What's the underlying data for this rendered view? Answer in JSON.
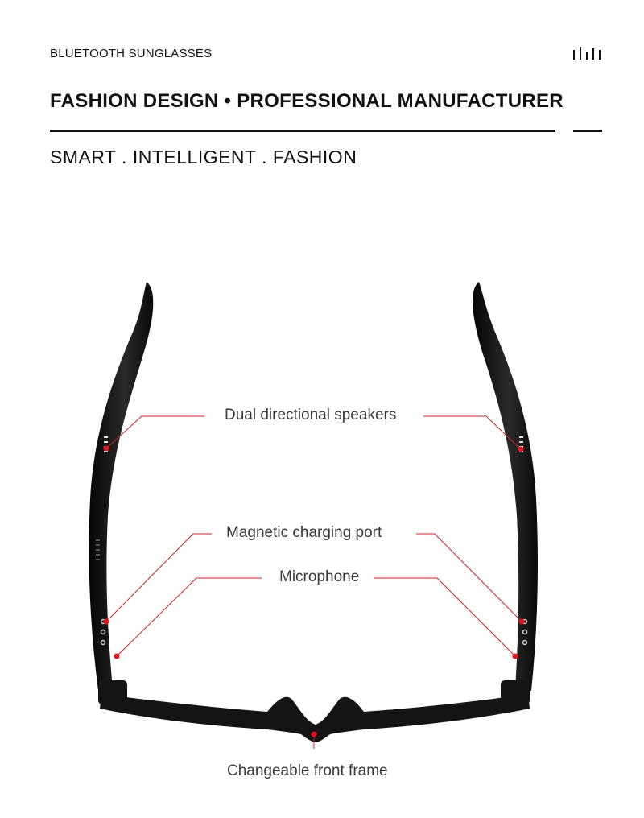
{
  "header": {
    "brand": "BLUETOOTH SUNGLASSES",
    "headline": "FASHION DESIGN • PROFESSIONAL MANUFACTURER",
    "subhead": "SMART . INTELLIGENT . FASHION",
    "icon": "equalizer-bars-icon"
  },
  "callouts": {
    "speakers": "Dual directional speakers",
    "charging_port": "Magnetic charging port",
    "microphone": "Microphone",
    "front_frame": "Changeable front frame"
  },
  "colors": {
    "text": "#111111",
    "callout_text": "#3a3a3a",
    "callout_line": "#c8232c",
    "frame": "#141414"
  }
}
